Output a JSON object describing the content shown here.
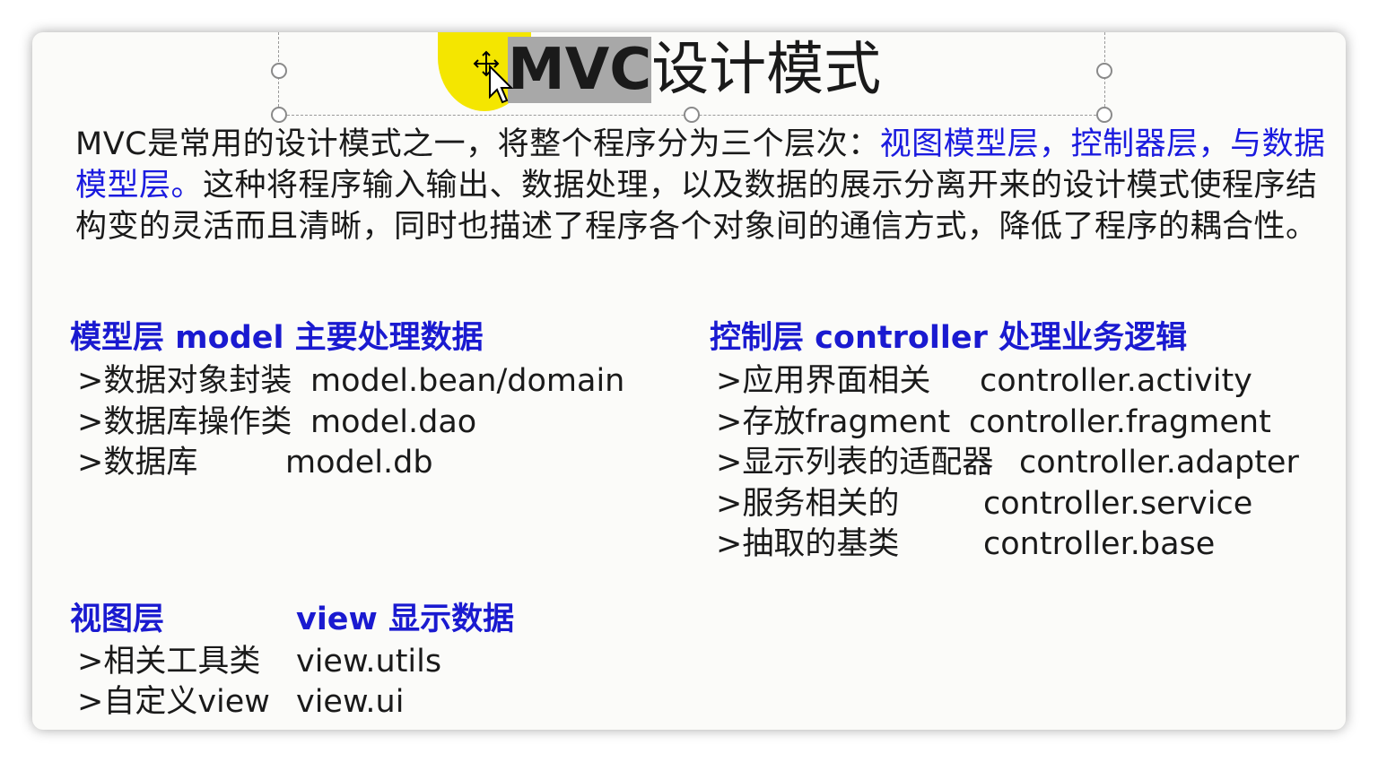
{
  "title": {
    "highlighted": "MVC",
    "rest": "设计模式"
  },
  "intro": {
    "part1": "MVC是常用的设计模式之一，将整个程序分为三个层次：",
    "layers": "视图模型层，控制器层，与数据模型层。",
    "part2": "这种将程序输入输出、数据处理，以及数据的展示分离开来的设计模式使程序结构变的灵活而且清晰，同时也描述了程序各个对象间的通信方式，降低了程序的耦合性。"
  },
  "model": {
    "heading": "模型层   model 主要处理数据",
    "rows": [
      {
        "label": ">数据对象封装",
        "code": "model.bean/domain"
      },
      {
        "label": ">数据库操作类",
        "code": "model.dao"
      },
      {
        "label": ">数据库",
        "code": "model.db"
      }
    ]
  },
  "controller": {
    "heading": "控制层  controller 处理业务逻辑",
    "rows": [
      {
        "label": ">应用界面相关",
        "code": "controller.activity"
      },
      {
        "label": ">存放fragment",
        "code": "controller.fragment"
      },
      {
        "label": ">显示列表的适配器",
        "code": "controller.adapter"
      },
      {
        "label": ">服务相关的",
        "code": "controller.service"
      },
      {
        "label": ">抽取的基类",
        "code": "controller.base"
      }
    ]
  },
  "view": {
    "heading_left": "视图层",
    "heading_right": "view 显示数据",
    "rows": [
      {
        "label": ">相关工具类",
        "code": "view.utils"
      },
      {
        "label": ">自定义view",
        "code": "view.ui"
      }
    ]
  },
  "colors": {
    "heading": "#1a1ad0",
    "intro_blue": "#1a1adf",
    "highlight": "#f4e600"
  },
  "icons": [
    "move-cursor-icon",
    "arrow-pointer-icon"
  ]
}
